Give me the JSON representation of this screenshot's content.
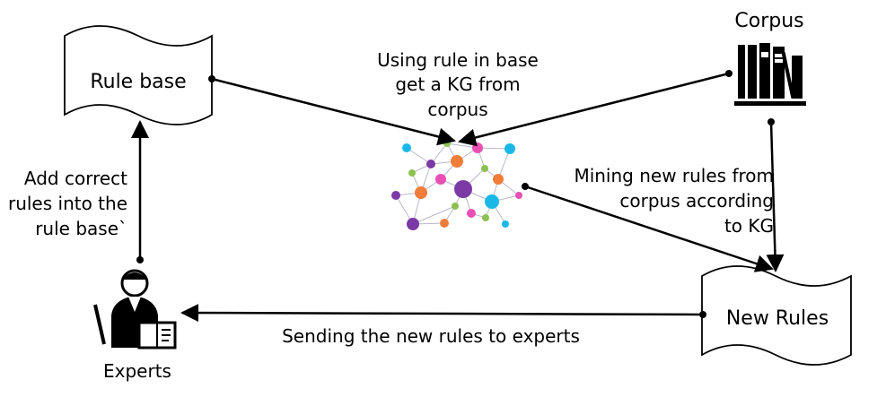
{
  "nodes": {
    "rule_base": "Rule base",
    "corpus": "Corpus",
    "new_rules": "New Rules",
    "experts": "Experts"
  },
  "edges": {
    "kg_from_corpus": [
      "Using rule in base",
      "get a KG from",
      "corpus"
    ],
    "mining": [
      "Mining new rules from",
      "corpus according",
      "to KG"
    ],
    "add_rules": [
      "Add correct",
      "rules into the",
      "rule base`"
    ],
    "sending": "Sending the new rules to experts"
  },
  "icons": {
    "corpus": "books-icon",
    "knowledge_graph": "network-graph-icon",
    "experts": "person-reading-icon"
  },
  "graph_colors": [
    "#1ab8e6",
    "#f07d3a",
    "#7b3aa5",
    "#ea4fb4",
    "#8cc152"
  ]
}
